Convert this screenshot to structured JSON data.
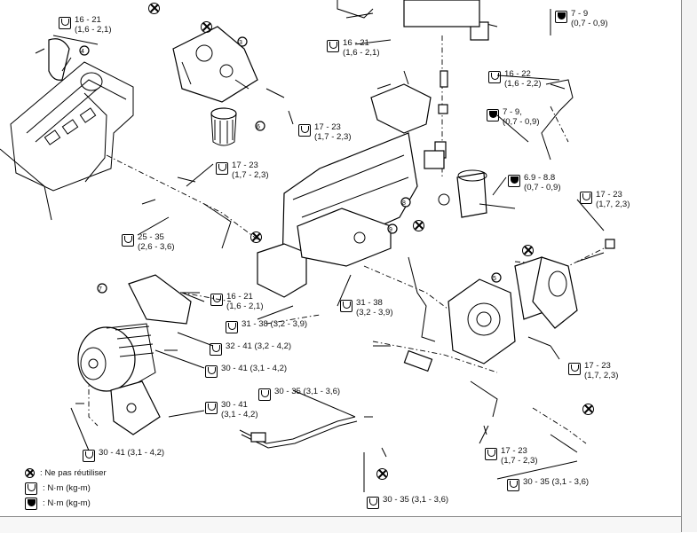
{
  "torques": {
    "t1": {
      "value": "16 - 21",
      "alt": "(1,6 - 2,1)"
    },
    "t2": {
      "value": "16 - 21",
      "alt": "(1,6 - 2,1)"
    },
    "t3": {
      "value": "17 - 23",
      "alt": "(1,7 - 2,3)"
    },
    "t4": {
      "value": "17 - 23",
      "alt": "(1,7 - 2,3)"
    },
    "t5": {
      "value": "25 - 35",
      "alt": "(2,6 - 3,6)"
    },
    "t6": {
      "value": "16 - 21",
      "alt": "(1,6 - 2,1)"
    },
    "t7": {
      "value": "31 - 38 (3,2 - 3,9)"
    },
    "t8": {
      "value": "32 - 41 (3,2 - 4,2)"
    },
    "t9": {
      "value": "30 - 41 (3,1 - 4,2)"
    },
    "t10": {
      "value": "31 - 38",
      "alt": "(3,2 - 3,9)"
    },
    "t11": {
      "value": "30 - 35 (3,1 - 3,6)"
    },
    "t12": {
      "value": "30 - 41",
      "alt": "(3,1 - 4,2)"
    },
    "t13": {
      "value": "30 - 41 (3,1 - 4,2)"
    },
    "t14": {
      "value": "30 - 35 (3,1 - 3,6)"
    },
    "t15": {
      "value": "7 - 9",
      "alt": "(0,7 - 0,9)"
    },
    "t16": {
      "value": "16 - 22",
      "alt": "(1,6 - 2,2)"
    },
    "t17": {
      "value": "7 - 9,",
      "alt": "(0,7 - 0,9)"
    },
    "t18": {
      "value": "6.9 - 8.8",
      "alt": "(0,7 - 0,9)"
    },
    "t19": {
      "value": "17 - 23",
      "alt": "(1,7, 2,3)"
    },
    "t20": {
      "value": "17 - 23",
      "alt": "(1,7, 2,3)"
    },
    "t21": {
      "value": "17 - 23",
      "alt": "(1,7 - 2,3)"
    },
    "t22": {
      "value": "30 - 35 (3,1 - 3,6)"
    }
  },
  "callouts": [
    "4",
    "3",
    "6",
    "8",
    "7",
    "9",
    "5"
  ],
  "legend": {
    "no_reuse": ": Ne pas réutiliser",
    "nm": ": N·m (kg-m)",
    "nm_solid": ": N·m (kg-m)"
  },
  "icons": {
    "do_not_reuse": "circled-x-icon",
    "torque": "torque-wrench-icon",
    "torque_solid": "torque-wrench-solid-icon"
  }
}
